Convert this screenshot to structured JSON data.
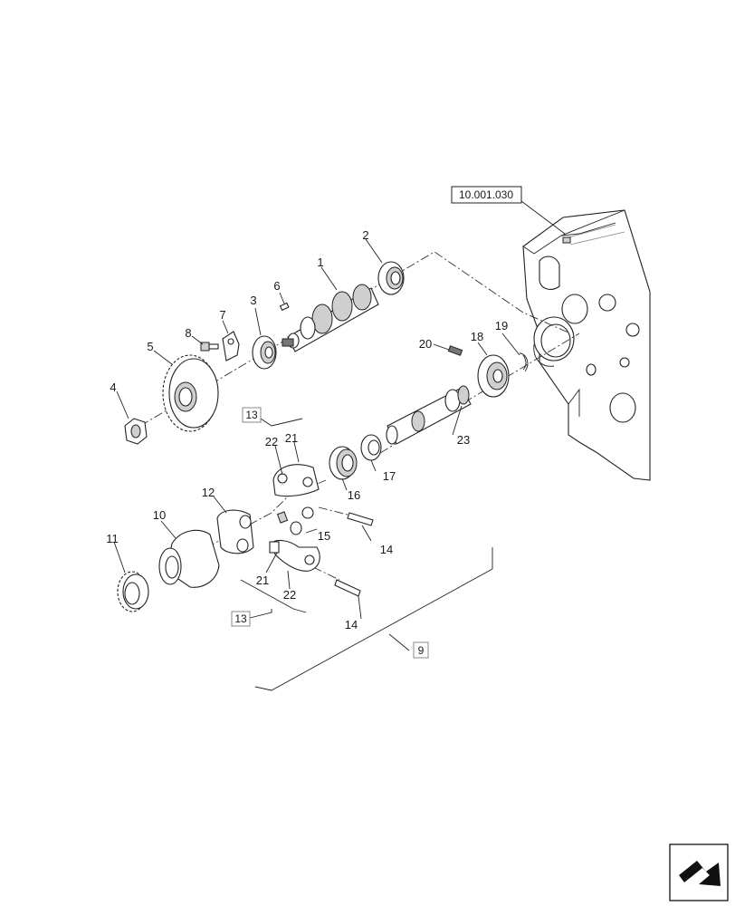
{
  "ref_box": "10.001.030",
  "callouts": {
    "c1": "1",
    "c2": "2",
    "c3": "3",
    "c4": "4",
    "c5": "5",
    "c6": "6",
    "c7": "7",
    "c8": "8",
    "c10": "10",
    "c11": "11",
    "c12": "12",
    "c14a": "14",
    "c14b": "14",
    "c15": "15",
    "c16": "16",
    "c17": "17",
    "c18": "18",
    "c19": "19",
    "c20": "20",
    "c21a": "21",
    "c21b": "21",
    "c22a": "22",
    "c22b": "22",
    "c23": "23"
  },
  "group_boxes": {
    "g13a": "13",
    "g13b": "13",
    "g9": "9"
  },
  "nav_icon": "next-page-arrow-icon"
}
